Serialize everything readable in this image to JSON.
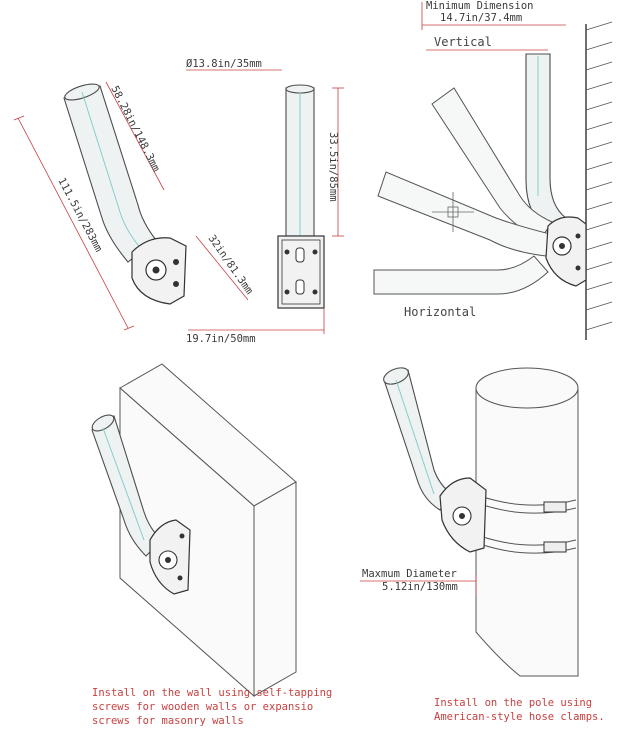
{
  "labels": {
    "min_dim_title": "Minimum Dimension",
    "min_dim_value": "14.7in/37.4mm",
    "vertical": "Vertical",
    "horizontal": "Horizontal",
    "diameter": "Ø13.8in/35mm",
    "arm_len_short": "58.28in/148.3mm",
    "arm_len_long": "111.5in/283mm",
    "height_335": "33.5in/85mm",
    "width_32": "32in/81.3mm",
    "plate_197": "19.7in/50mm",
    "max_diam_title": "Maxmum Diameter",
    "max_diam_value": "5.12in/130mm"
  },
  "captions": {
    "wall": [
      "Install on the wall using self-tapping",
      "screws for wooden walls or expansio",
      "screws for masonry walls"
    ],
    "pole": [
      "Install on the pole using",
      "American-style hose clamps."
    ]
  },
  "colors": {
    "dimension": "#c84040",
    "centerline": "#7fc9c9",
    "outline": "#4d4d4d"
  }
}
